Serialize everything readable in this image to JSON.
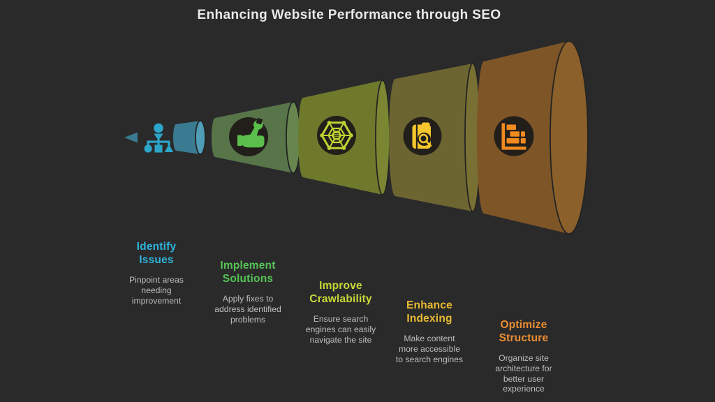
{
  "title": "Enhancing Website Performance through SEO",
  "background_color": "#2a2a2b",
  "title_color": "#eaeaea",
  "description_color": "#bdbdbd",
  "stages": [
    {
      "label": "Identify\nIssues",
      "description": "Pinpoint areas\nneeding\nimprovement",
      "color": "#2eb5dc",
      "icon": "sitemap-icon",
      "icon_color": "#2ba6c9",
      "funnel_body_color": "#3a7b91",
      "funnel_cap_color": "#4f9db7"
    },
    {
      "label": "Implement\nSolutions",
      "description": "Apply fixes to\naddress identified\nproblems",
      "color": "#56c455",
      "icon": "hand-wrench-icon",
      "icon_color": "#5abf4b",
      "funnel_body_color": "#577549",
      "funnel_cap_color": "#67864f"
    },
    {
      "label": "Improve\nCrawlability",
      "description": "Ensure search\nengines can easily\nnavigate the site",
      "color": "#c8da36",
      "icon": "spider-web-icon",
      "icon_color": "#bed331",
      "funnel_body_color": "#6e792c",
      "funnel_cap_color": "#7b8632"
    },
    {
      "label": "Enhance\nIndexing",
      "description": "Make content\nmore accessible\nto search engines",
      "color": "#e8bb32",
      "icon": "book-search-icon",
      "icon_color": "#f5c62d",
      "funnel_body_color": "#6d6531",
      "funnel_cap_color": "#797134"
    },
    {
      "label": "Optimize\nStructure",
      "description": "Organize site\narchitecture for\nbetter user\nexperience",
      "color": "#eb8e31",
      "icon": "gantt-structure-icon",
      "icon_color": "#f18a1f",
      "funnel_body_color": "#7e5526",
      "funnel_cap_color": "#8b602b"
    }
  ]
}
